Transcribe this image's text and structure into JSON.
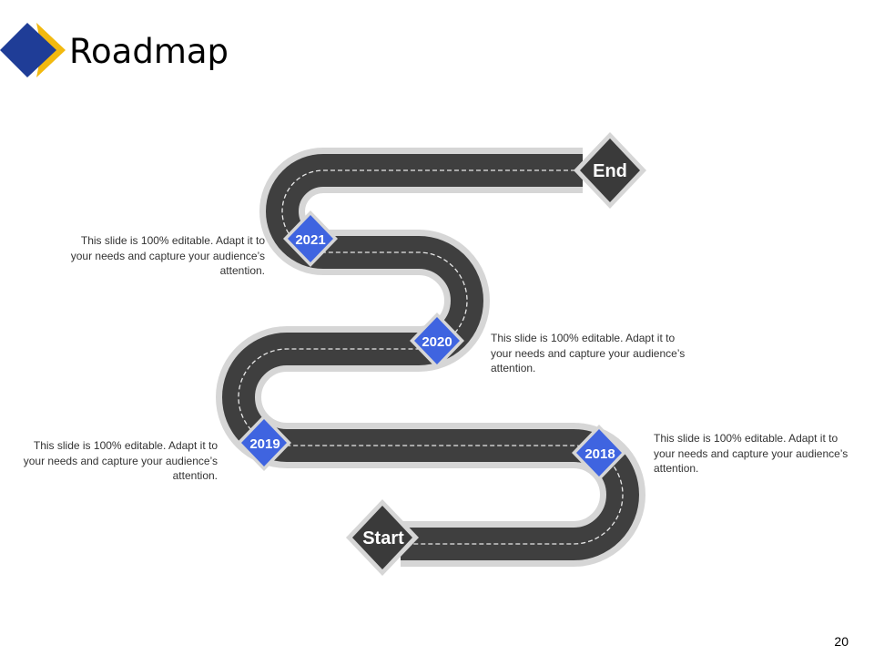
{
  "slide": {
    "title": "Roadmap",
    "page_number": "20"
  },
  "colors": {
    "road": "#3f3f3f",
    "road_border": "#d6d6d6",
    "milestone": "#3f64e0",
    "endpoint": "#3a3a3a",
    "logo_blue": "#1f3d97",
    "logo_yellow": "#f2b90f"
  },
  "milestones": [
    {
      "year": "2021",
      "description": "This slide is 100% editable. Adapt it to your needs and capture your audience’s attention."
    },
    {
      "year": "2020",
      "description": "This slide is 100% editable. Adapt it to your needs and capture your audience’s attention."
    },
    {
      "year": "2019",
      "description": "This slide is 100% editable. Adapt it to your needs and capture your audience’s attention."
    },
    {
      "year": "2018",
      "description": "This slide is 100% editable. Adapt it to your needs and capture your audience’s attention."
    }
  ],
  "endpoints": {
    "start": "Start",
    "end": "End"
  }
}
